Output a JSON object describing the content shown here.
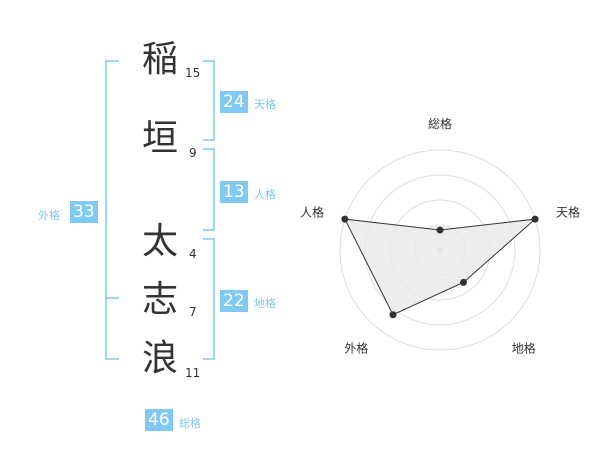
{
  "name": {
    "characters": [
      {
        "char": "稲",
        "strokes": "15"
      },
      {
        "char": "垣",
        "strokes": "9"
      },
      {
        "char": "太",
        "strokes": "4"
      },
      {
        "char": "志",
        "strokes": "7"
      },
      {
        "char": "浪",
        "strokes": "11"
      }
    ]
  },
  "fortunes": {
    "tenkaku": {
      "value": "24",
      "label": "天格"
    },
    "jinkaku": {
      "value": "13",
      "label": "人格"
    },
    "chikaku": {
      "value": "22",
      "label": "地格"
    },
    "gaikaku": {
      "value": "33",
      "label": "外格"
    },
    "soukaku": {
      "value": "46",
      "label": "総格"
    }
  },
  "chart_data": {
    "type": "radar",
    "axes": [
      "総格",
      "天格",
      "地格",
      "外格",
      "人格"
    ],
    "series": [
      {
        "values": [
          1,
          5,
          2,
          4,
          5
        ]
      }
    ],
    "scale_max": 5,
    "rings": 4,
    "colors": {
      "ring": "#dddddd",
      "fill": "#e8e8e8",
      "line": "#333333",
      "center": "#cccccc"
    }
  },
  "colors": {
    "accent": "#7fc9f2",
    "text": "#333333"
  }
}
